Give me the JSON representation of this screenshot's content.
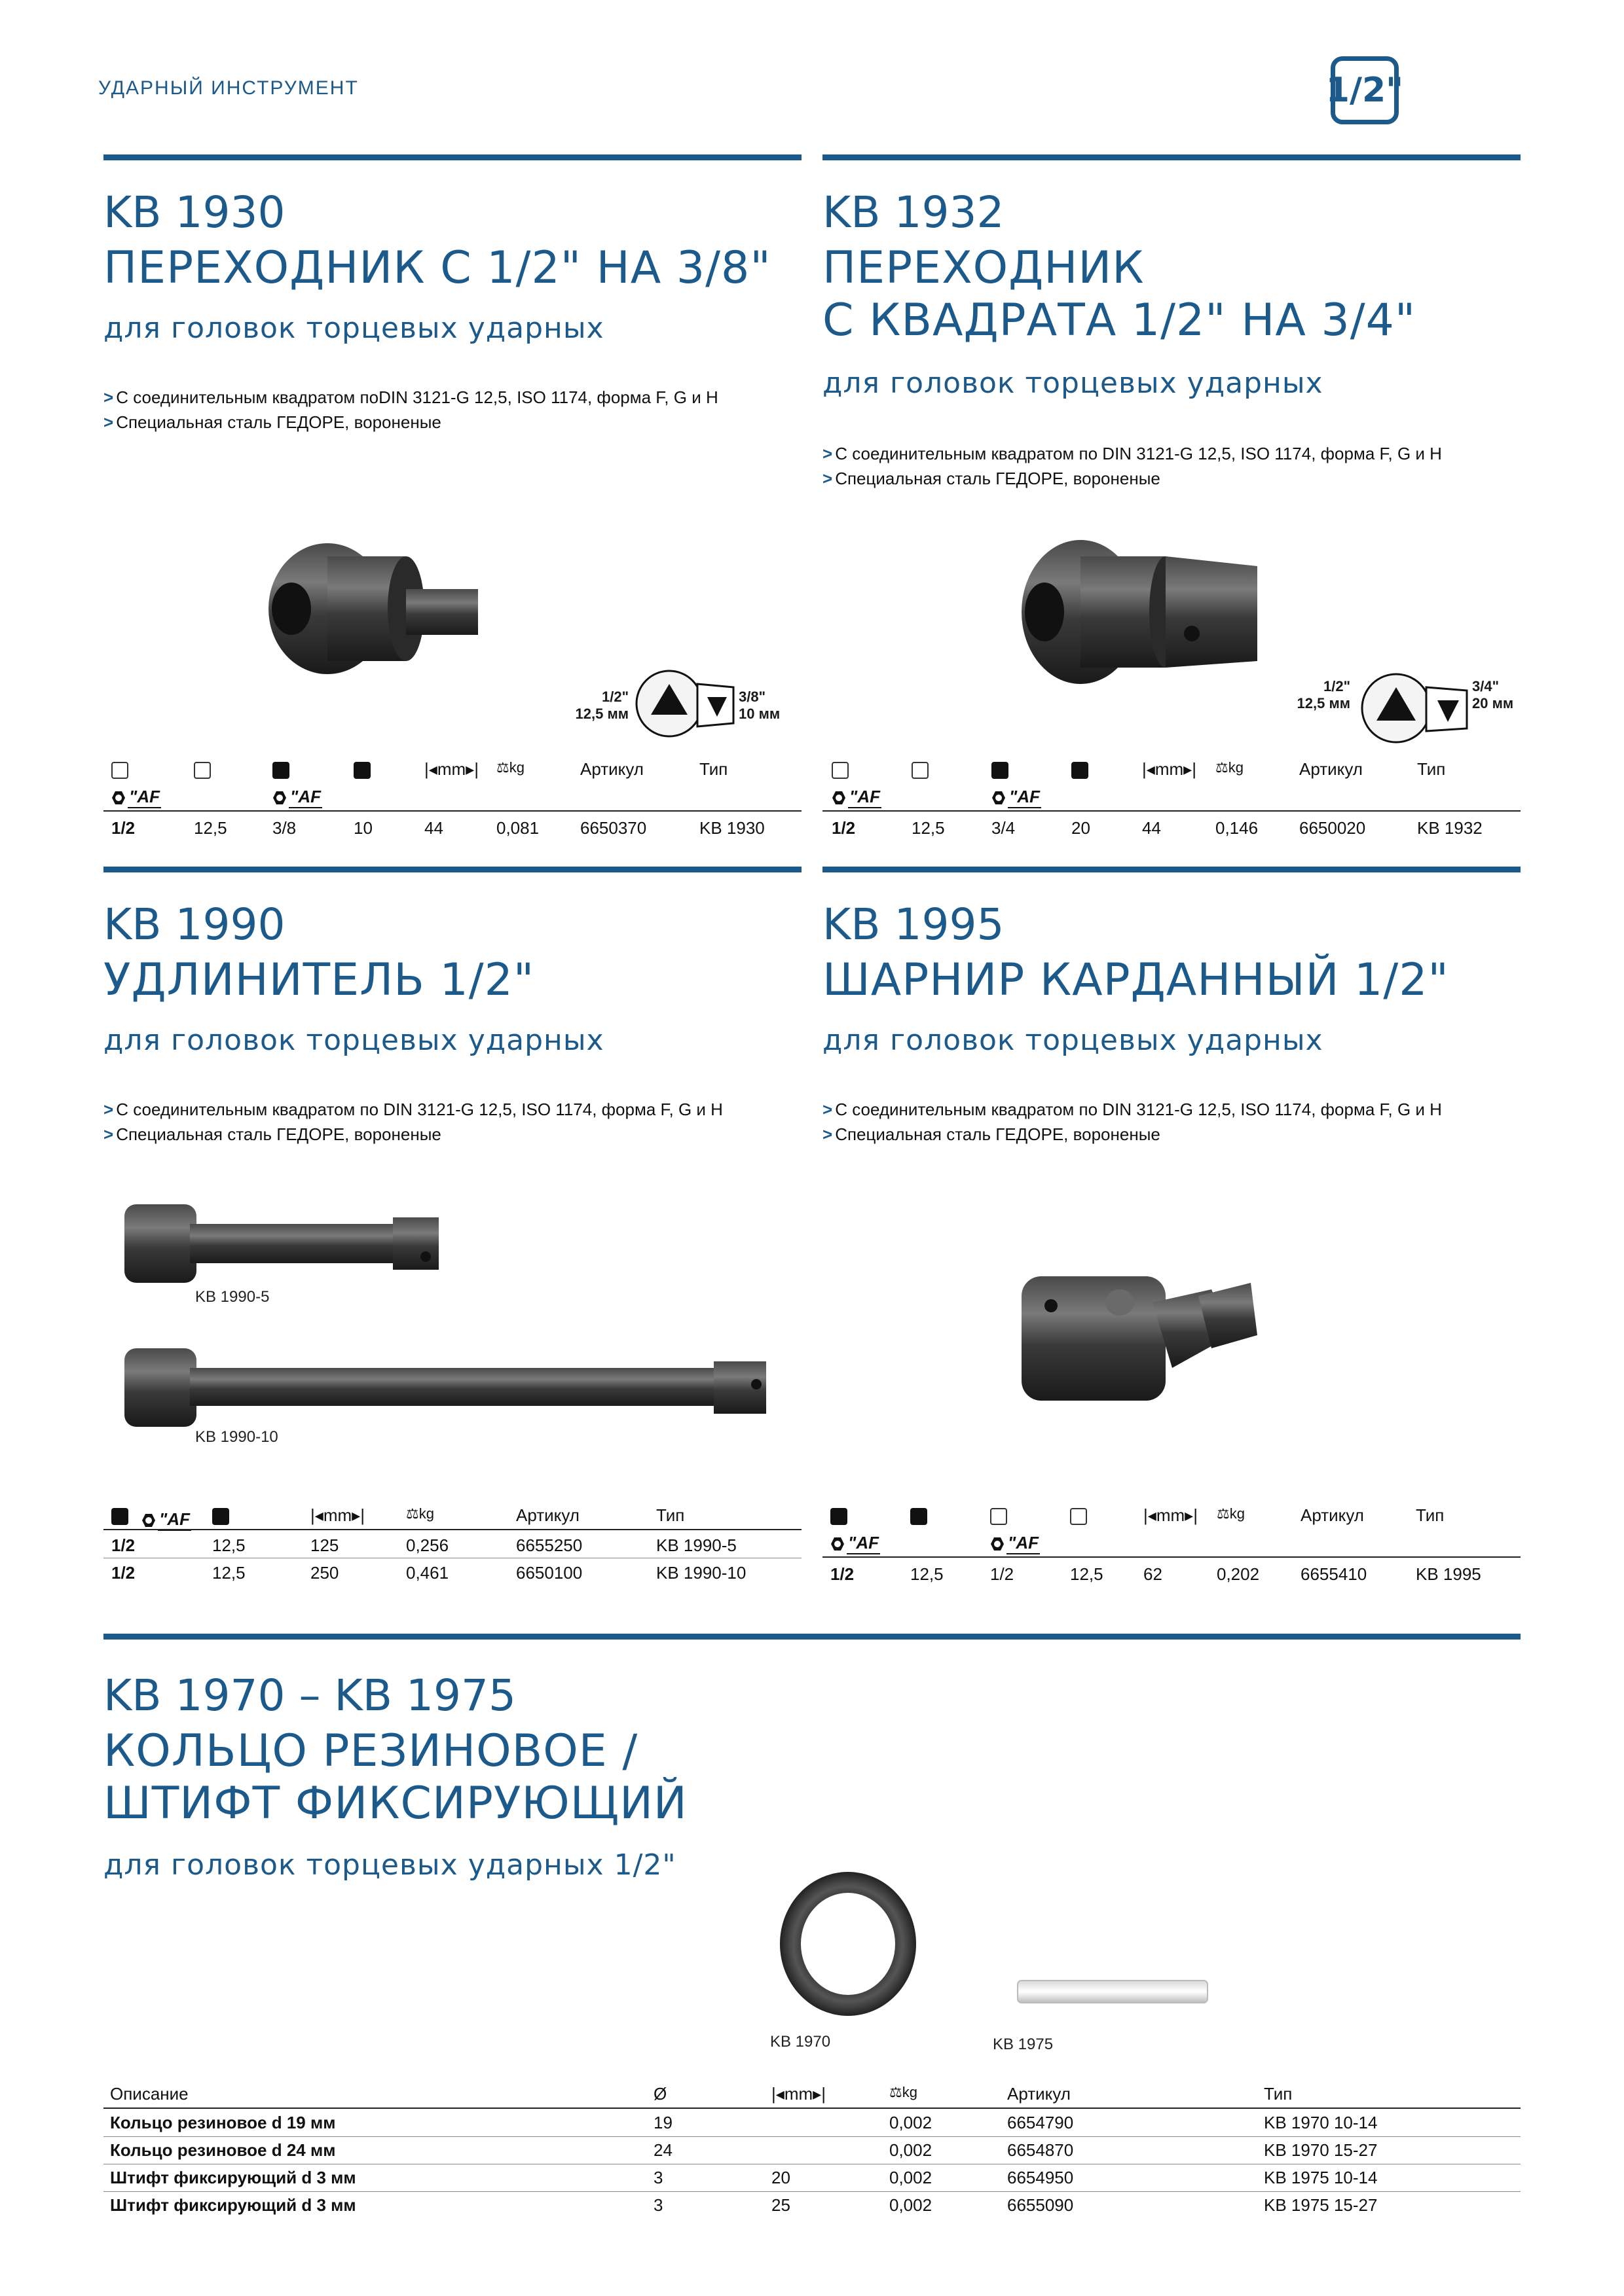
{
  "header": {
    "title": "УДАРНЫЙ ИНСТРУМЕНТ",
    "badge": "1/2\""
  },
  "colors": {
    "accent": "#1d5a8c"
  },
  "common": {
    "bullet_square": "С соединительным квадратом по DIN 3121-G 12,5, ISO 1174, форма F, G и H",
    "bullet_square_nodin": "С соединительным квадратом поDIN 3121-G 12,5, ISO 1174, форма F, G и H",
    "bullet_steel": "Специальная сталь ГЕДОРЕ, вороненые",
    "subtitle": "для головок торцевых ударных",
    "af": "AF",
    "mm": "mm",
    "kg": "kg",
    "col_article": "Артикул",
    "col_type": "Тип"
  },
  "kb1930": {
    "code": "KB 1930",
    "title": "ПЕРЕХОДНИК С 1/2\" НА 3/8\"",
    "dim_in": "1/2\"",
    "dim_in_mm": "12,5 мм",
    "dim_out": "3/8\"",
    "dim_out_mm": "10 мм",
    "row": [
      "1/2",
      "12,5",
      "3/8",
      "10",
      "44",
      "0,081",
      "6650370",
      "KB 1930"
    ]
  },
  "kb1932": {
    "code": "KB 1932",
    "title_l1": "ПЕРЕХОДНИК",
    "title_l2": "С КВАДРАТА 1/2\" НА 3/4\"",
    "dim_in": "1/2\"",
    "dim_in_mm": "12,5 мм",
    "dim_out": "3/4\"",
    "dim_out_mm": "20 мм",
    "row": [
      "1/2",
      "12,5",
      "3/4",
      "20",
      "44",
      "0,146",
      "6650020",
      "KB 1932"
    ]
  },
  "kb1990": {
    "code": "KB 1990",
    "title": "УДЛИНИТЕЛЬ 1/2\"",
    "cap1": "KB 1990-5",
    "cap2": "KB 1990-10",
    "rows": [
      [
        "1/2",
        "12,5",
        "125",
        "0,256",
        "6655250",
        "KB 1990-5"
      ],
      [
        "1/2",
        "12,5",
        "250",
        "0,461",
        "6650100",
        "KB 1990-10"
      ]
    ]
  },
  "kb1995": {
    "code": "KB 1995",
    "title": "ШАРНИР КАРДАННЫЙ 1/2\"",
    "row": [
      "1/2",
      "12,5",
      "1/2",
      "12,5",
      "62",
      "0,202",
      "6655410",
      "KB 1995"
    ]
  },
  "kb1970": {
    "code": "KB 1970 – KB 1975",
    "title_l1": "КОЛЬЦО РЕЗИНОВОЕ /",
    "title_l2": "ШТИФТ ФИКСИРУЮЩИЙ",
    "subtitle": "для головок торцевых ударных 1/2\"",
    "cap_ring": "KB 1970",
    "cap_pin": "KB 1975",
    "col_desc": "Описание",
    "col_dia": "Ø",
    "rows": [
      [
        "Кольцо резиновое d 19 мм",
        "19",
        "",
        "0,002",
        "6654790",
        "KB 1970 10-14"
      ],
      [
        "Кольцо резиновое d 24 мм",
        "24",
        "",
        "0,002",
        "6654870",
        "KB 1970 15-27"
      ],
      [
        "Штифт фиксирующий d 3 мм",
        "3",
        "20",
        "0,002",
        "6654950",
        "KB 1975 10-14"
      ],
      [
        "Штифт фиксирующий d 3 мм",
        "3",
        "25",
        "0,002",
        "6655090",
        "KB 1975 15-27"
      ]
    ]
  }
}
